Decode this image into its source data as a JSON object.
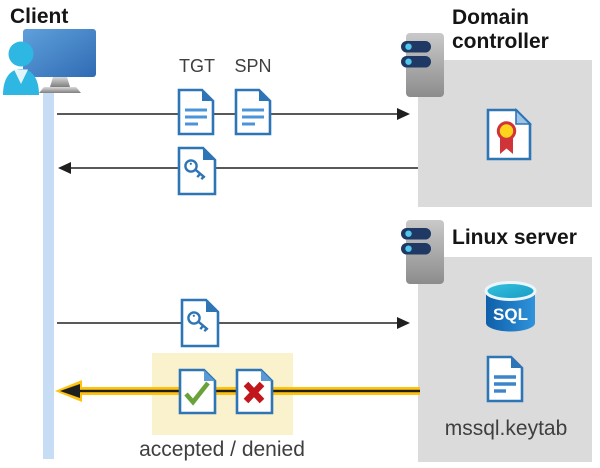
{
  "client": {
    "label": "Client"
  },
  "domain_controller": {
    "title": "Domain controller"
  },
  "linux_server": {
    "title": "Linux server",
    "sql_label": "SQL",
    "keytab_label": "mssql.keytab"
  },
  "flow": {
    "tgt_label": "TGT",
    "spn_label": "SPN",
    "result_label": "accepted / denied",
    "arrows": [
      {
        "from": "client",
        "to": "domain-controller",
        "direction": "right",
        "carries": [
          "TGT",
          "SPN"
        ]
      },
      {
        "from": "domain-controller",
        "to": "client",
        "direction": "left",
        "carries": [
          "service-ticket-key"
        ]
      },
      {
        "from": "client",
        "to": "linux-server",
        "direction": "right",
        "carries": [
          "service-ticket-key"
        ]
      },
      {
        "from": "linux-server",
        "to": "client",
        "direction": "left",
        "highlighted": true,
        "carries": [
          "accepted",
          "denied"
        ]
      }
    ]
  },
  "icons": {
    "client": "person-at-computer-icon",
    "servers": "server-icon",
    "tickets": [
      "document-icon",
      "key-ticket-icon",
      "certificate-icon",
      "check-document-icon",
      "x-document-icon"
    ],
    "database": "sql-database-icon"
  },
  "colors": {
    "doc_border_blue": "#2E75B6",
    "doc_line_blue": "#4C94D8",
    "fold_light_blue": "#5B9BD5",
    "panel_gray": "#DBDBDB",
    "lifeline_blue": "#C7DDF6",
    "highlight_yellow_box": "#FAF2CC",
    "highlight_yellow_arrow": "#FFC20E",
    "arrow_gray": "#58595B",
    "person_cyan": "#2EB7E2",
    "server_pill_navy": "#1F3864",
    "check_green": "#69A23B",
    "x_red": "#C0161C",
    "medal_yellow": "#FFD21E",
    "medal_red": "#D13438",
    "sql_blue": "#0E5FA9"
  }
}
